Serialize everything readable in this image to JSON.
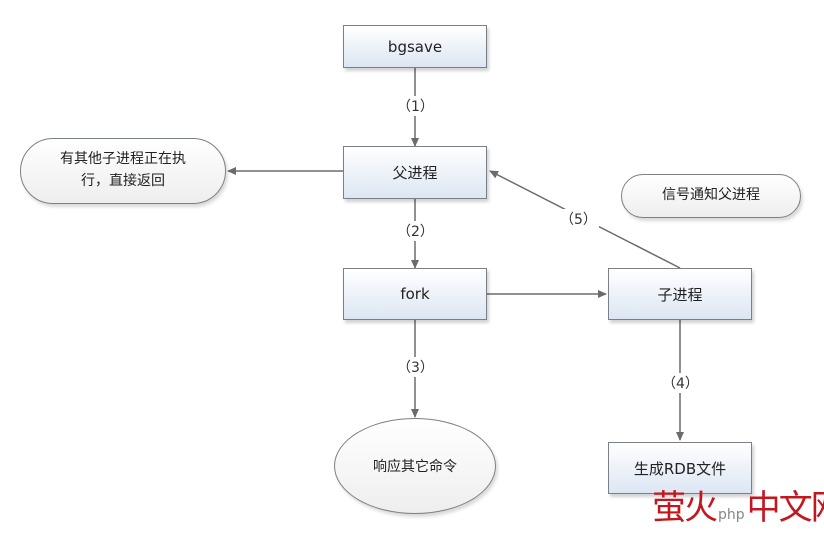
{
  "nodes": {
    "bgsave": "bgsave",
    "parent": "父进程",
    "other_child": "有其他子进程正在执\n行，直接返回",
    "signal": "信号通知父进程",
    "fork": "fork",
    "child": "子进程",
    "respond": "响应其它命令",
    "rdb": "生成RDB文件"
  },
  "steps": {
    "s1": "（1）",
    "s2": "（2）",
    "s3": "（3）",
    "s4": "（4）",
    "s5": "（5）"
  },
  "watermark": {
    "cn_left": "萤火",
    "php": "php",
    "cn_right": "中文网"
  },
  "colors": {
    "line": "#6b6b6b",
    "box_border": "#7a7f88",
    "box_fill_bottom": "#dce6f3",
    "watermark_red": "#c3171f"
  }
}
